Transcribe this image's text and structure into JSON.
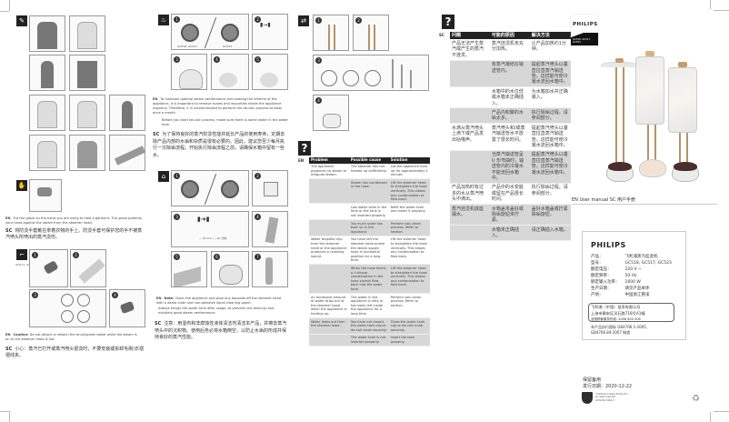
{
  "document": {
    "type": "Product user manual (multi-page spread)",
    "brand": "PHILIPS",
    "models": [
      "GC518",
      "GC517",
      "GC523"
    ]
  },
  "panel1": {
    "labels": {
      "models_small": "GC517, GC523"
    },
    "en_label": "EN",
    "sc_label": "SC",
    "glove_en": "Put the glove on the hand you are using to hold a garment. The glove protects your hand against the steam from the steamer head.",
    "glove_sc": "将防烫手套戴在拿着衣物的手上。防烫手套可保护您的手不被蒸汽喷头所喷出的蒸汽烫伤。",
    "caution_en_label": "Caution:",
    "caution_en": "Do not attach or detach the brush/pleat maker while the steam is on or the steamer head is hot.",
    "caution_sc": "小心：蒸汽已打开或蒸汽喷头很烫时，不要安装或拆卸毛刷/衣褶褶线夹。"
  },
  "panel2": {
    "dial_labels": [
      "GC518, GC517",
      "GC523"
    ],
    "timer_text": "~ 10 min / ~10 分钟",
    "descale_en_1": "To maintain optimal steam performance and prolong the lifetime of the appliance, it is important to remove scales and impurities inside the appliance regularly. Therefore, it is recommended to perform the de-calc process at least once a month.",
    "descale_en_2": "Before you start de-calc process, make sure there is some water in the water tank.",
    "descale_sc": "为了保持良好的蒸汽熨烫性能并延长产品的使用寿命，定期去除产品内部的水垢和杂质是很有必要的。因此，建议您至少每月执行一次除垢流程。开始执行除垢流程之前，请确保水箱中留有一些水。",
    "note_en_label": "Note:",
    "note_en": "Clean the appliance and wipe any deposits off the steamer head with a damp cloth and non-abrasive liquid cleaning agent.",
    "note_en_2": "Always empty the water tank after usage, to prevent calc build-up and maintain good steam performance.",
    "note_sc": "注意：用湿布和非腐蚀性液体清洁剂清洁本产品，并擦去蒸汽喷头中的沉积物。使用后务必将水箱倒空，以防止水垢的形成并保持良好的蒸汽性能。"
  },
  "panel3": {
    "storage_steps": [
      "1",
      "2",
      "3",
      "4"
    ],
    "troubleshooting_en": {
      "lang": "EN",
      "headers": [
        "Problem",
        "Possible cause",
        "Solution"
      ],
      "rows": [
        {
          "problem": "The appliance produces no steam or irregular steam.",
          "cause": "The steamer has not heated up sufficiently.",
          "solution": "Let the appliance heat up for approximately 1 minute.",
          "shaded": false
        },
        {
          "problem": "",
          "cause": "Steam has condensed in the hose.",
          "solution": "Lift the steamer head to straighten the hose vertically. This allows any condensation to flow back.",
          "shaded": true
        },
        {
          "problem": "",
          "cause": "Low water level in the tank or the tank is not inserted properly.",
          "solution": "Refill the water tank and insert it properly.",
          "shaded": false
        },
        {
          "problem": "",
          "cause": "Too much scale has built up in the appliance.",
          "solution": "Perform calc-clean process. Refer to section.",
          "shaded": true
        },
        {
          "problem": "Water droplets drip from the steamer head or the appliance produces a croaking sound.",
          "cause": "You have left the steamer head and/or the steam supply hose in horizontal position for a long time.",
          "solution": "Lift the steamer head to straighten the hose vertically. This allows any condensation to flow back.",
          "shaded": false
        },
        {
          "problem": "",
          "cause": "When the hose forms a U-shape, condensation in the hose cannot flow back into the water tank.",
          "solution": "Lift the steamer head to straighten the hose vertically. This allows any condensation to flow back.",
          "shaded": true
        },
        {
          "problem": "An excessive amount of water drips out of the steamer head when the appliance is heating up.",
          "cause": "The water in the appliance is dirty or has been left inside the appliance for a long time.",
          "solution": "Perform calc-clean process. Refer to section.",
          "shaded": false
        },
        {
          "problem": "Water leaks out from the steamer base.",
          "cause": "You have not closed the water tank cap or de-calc knob securely.",
          "solution": "Close the water tank cap or de-calc knob securely.",
          "shaded": true
        },
        {
          "problem": "",
          "cause": "The water tank is not inserted properly.",
          "solution": "Insert the tank properly.",
          "shaded": true
        }
      ]
    }
  },
  "panel4": {
    "troubleshooting_sc": {
      "lang": "SC",
      "headers": [
        "问题",
        "可能的原因",
        "解决方法"
      ],
      "rows": [
        {
          "problem": "产品无法产生蒸汽或产生的蒸汽不连贯。",
          "cause": "蒸汽挂烫机未充分加热。",
          "solution": "让产品加热约1分钟。",
          "shaded": false
        },
        {
          "problem": "",
          "cause": "有蒸汽凝结在输送管内。",
          "solution": "提起蒸汽喷头以垂直拉直蒸汽输送管。这样能可使冷凝水流回水箱中。",
          "shaded": true
        },
        {
          "problem": "",
          "cause": "水箱中的水位低或水箱未正确插入。",
          "solution": "为水箱加水并正确装入。",
          "shaded": false
        },
        {
          "problem": "",
          "cause": "产品内积聚的水垢太多。",
          "solution": "执行除垢过程。请参阅部分。",
          "shaded": true
        },
        {
          "problem": "水滴从蒸汽喷头上滴下或产品发出咕噜声。",
          "cause": "蒸汽喷头和/或蒸汽输送管水平放置了很长时间。",
          "solution": "提起蒸汽喷头以垂直拉直蒸汽输送管。这样能可使冷凝水流回水箱中。",
          "shaded": false
        },
        {
          "problem": "",
          "cause": "当蒸汽输送管呈 U 形弯曲时，输送管内的冷凝水不能流回水箱中。",
          "solution": "提起蒸汽喷头以垂直拉直蒸汽输送管。这样能可使冷凝水流回水箱中。",
          "shaded": true
        },
        {
          "problem": "产品加热时有过多的水从蒸汽喷头中滴出。",
          "cause": "产品中的水变脏或留在产品很长时间。",
          "solution": "执行除垢过程。请参阅部分。",
          "shaded": false
        },
        {
          "problem": "蒸汽挂烫机底座漏水。",
          "cause": "水箱盖未盖好或除垢旋钮未拧紧。",
          "solution": "盖好水箱盖或拧紧除垢旋钮。",
          "shaded": true
        },
        {
          "problem": "",
          "cause": "水箱未正确插入。",
          "solution": "请正确插入水箱。",
          "shaded": true
        }
      ]
    }
  },
  "cover": {
    "brand": "PHILIPS",
    "model_badge": "GC518, GC517\nGC523",
    "manual_title": "EN  User manual SC   用户手册"
  },
  "back_cover": {
    "brand": "PHILIPS",
    "specs": [
      {
        "label": "产品：",
        "value": "飞利浦蒸汽挂烫机"
      },
      {
        "label": "型号：",
        "value": "GC518, GC517, GC523"
      },
      {
        "label": "额定电压：",
        "value": "220 V ~"
      },
      {
        "label": "额定频率：",
        "value": "50 Hz"
      },
      {
        "label": "额定输入功率：",
        "value": "1600 W"
      },
      {
        "label": "生产日期：",
        "value": "请见产品本体"
      },
      {
        "label": "产地：",
        "value": "中国浙江慈溪"
      }
    ],
    "company": "飞利浦（中国）投资有限公司",
    "address": "上海市静安区灵石路718号A1幢",
    "hotline": "全国顾客服务热线: 4008 800 008",
    "standard": "本产品执行国标 GB4706.1-2005, GB4706.84-2007 制造",
    "archive": "保留备用",
    "issue_date": "发行日期：2020-12-22",
    "copyright_lines": [
      "©2020 Koninklijke Philips N.V.",
      "All rights reserved.",
      "4239.001.0000.0"
    ]
  }
}
